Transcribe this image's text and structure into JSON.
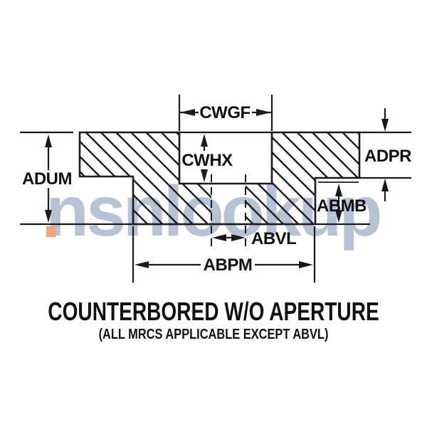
{
  "watermark": {
    "text": "nsnlookup",
    "color": "#b6c3d7",
    "accent_color": "#f4a57f"
  },
  "figure": {
    "type": "technical-cross-section-drawing",
    "title": "COUNTERBORED W/O APERTURE",
    "subtitle": "(ALL MRCS APPLICABLE EXCEPT ABVL)",
    "dimension_labels": {
      "cwgf": "CWGF",
      "cwhx": "CWHX",
      "adum": "ADUM",
      "adpr": "ADPR",
      "abmb": "ABMB",
      "abvl": "ABVL",
      "abpm": "ABPM"
    },
    "colors": {
      "line": "#1a1a1a",
      "background": "#ffffff"
    }
  }
}
